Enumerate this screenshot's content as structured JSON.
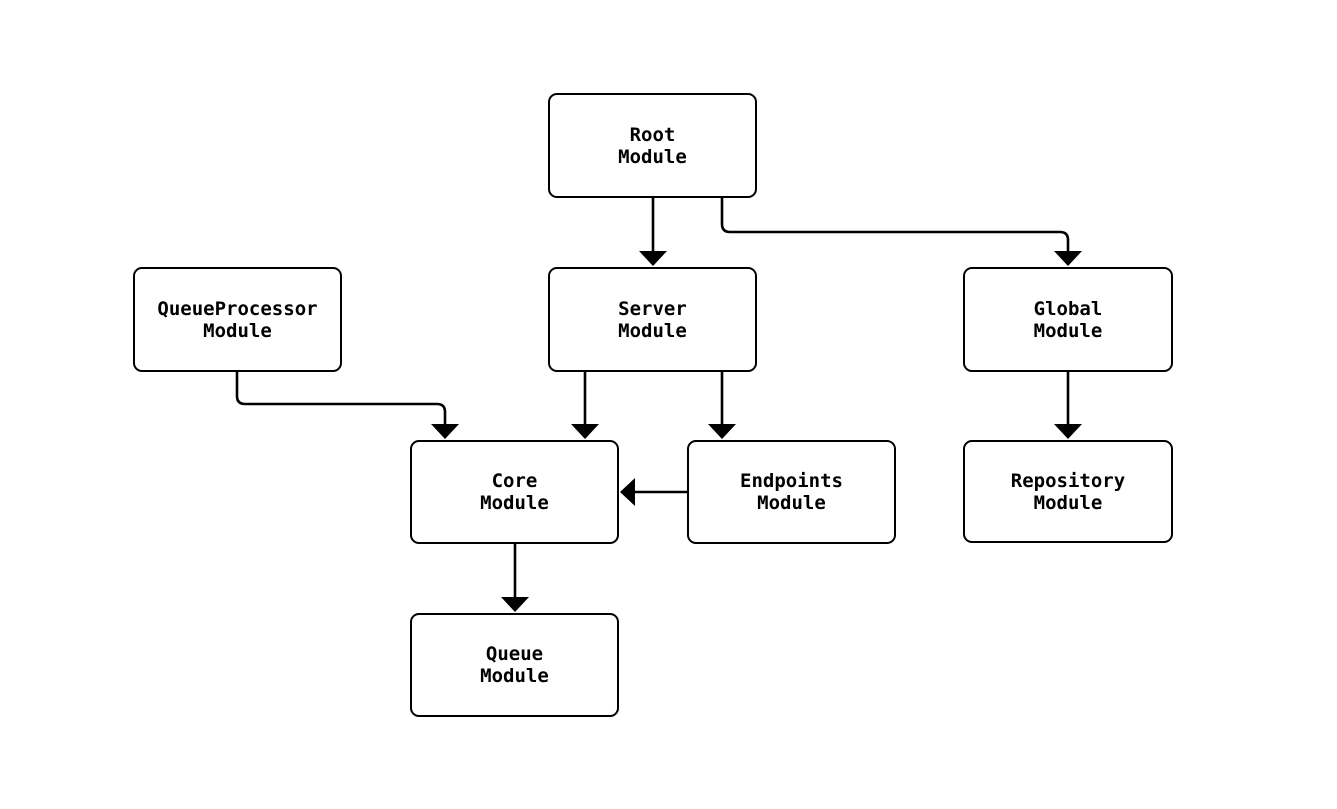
{
  "diagram": {
    "type": "flowchart",
    "background_color": "#ffffff",
    "node_fill_color": "#ffffff",
    "node_border_color": "#000000",
    "edge_color": "#000000",
    "nodes": [
      {
        "id": "root-module",
        "label": "Root\nModule"
      },
      {
        "id": "queueprocessor-module",
        "label": "QueueProcessor\nModule"
      },
      {
        "id": "server-module",
        "label": "Server\nModule"
      },
      {
        "id": "global-module",
        "label": "Global\nModule"
      },
      {
        "id": "core-module",
        "label": "Core\nModule"
      },
      {
        "id": "endpoints-module",
        "label": "Endpoints\nModule"
      },
      {
        "id": "repository-module",
        "label": "Repository\nModule"
      },
      {
        "id": "queue-module",
        "label": "Queue\nModule"
      }
    ],
    "edges": [
      {
        "from": "root-module",
        "to": "server-module"
      },
      {
        "from": "root-module",
        "to": "global-module"
      },
      {
        "from": "queueprocessor-module",
        "to": "core-module"
      },
      {
        "from": "server-module",
        "to": "core-module"
      },
      {
        "from": "server-module",
        "to": "endpoints-module"
      },
      {
        "from": "endpoints-module",
        "to": "core-module"
      },
      {
        "from": "global-module",
        "to": "repository-module"
      },
      {
        "from": "core-module",
        "to": "queue-module"
      }
    ]
  }
}
